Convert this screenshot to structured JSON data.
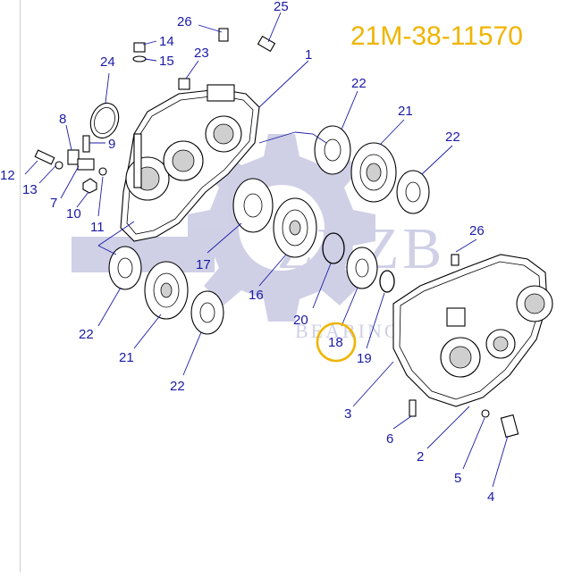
{
  "part_number": "21M-38-11570",
  "watermark": {
    "brand": "ZHZB",
    "sub": "BEARINGS"
  },
  "colors": {
    "part_number": "#f0b400",
    "callouts": "#1a1aa6",
    "highlight": "#f0b400",
    "watermark": "#a9abd3"
  },
  "highlighted_callout": "18",
  "callouts": {
    "c25": "25",
    "c26a": "26",
    "c14": "14",
    "c15": "15",
    "c23": "23",
    "c24": "24",
    "c1": "1",
    "c8": "8",
    "c9": "9",
    "c12": "12",
    "c13": "13",
    "c7": "7",
    "c10": "10",
    "c11": "11",
    "c22a": "22",
    "c21a": "21",
    "c22b": "22",
    "c17": "17",
    "c16": "16",
    "c26b": "26",
    "c20": "20",
    "c18": "18",
    "c19": "19",
    "c22c": "22",
    "c21b": "21",
    "c22d": "22",
    "c3": "3",
    "c6": "6",
    "c2": "2",
    "c5": "5",
    "c4": "4"
  }
}
